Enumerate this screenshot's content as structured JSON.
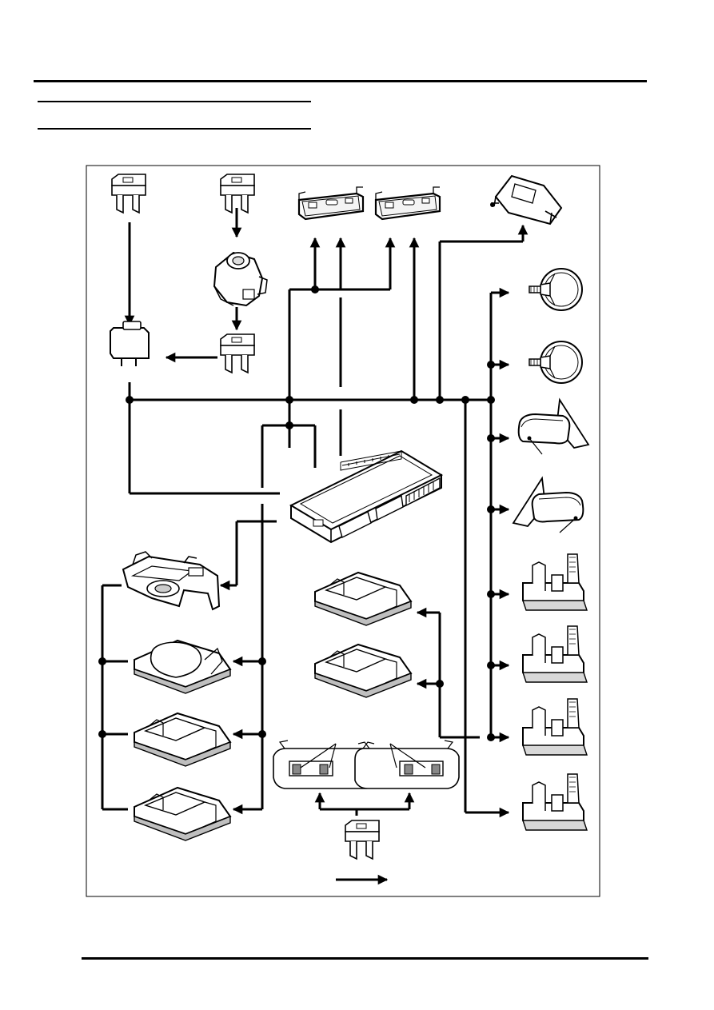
{
  "page": {
    "header_text": "",
    "footer_text": ""
  },
  "diagram": {
    "kind": "wiring-block-diagram",
    "components": [
      {
        "name": "fuse-left-top",
        "icon": "fuse-icon"
      },
      {
        "name": "fuse-ignition-feed",
        "icon": "fuse-icon"
      },
      {
        "name": "ignition-switch",
        "icon": "ignition-switch-icon"
      },
      {
        "name": "fuse-after-ignition",
        "icon": "fuse-icon"
      },
      {
        "name": "relay",
        "icon": "relay-icon"
      },
      {
        "name": "interior-lamp-1",
        "icon": "interior-lamp-icon"
      },
      {
        "name": "interior-lamp-2",
        "icon": "interior-lamp-icon"
      },
      {
        "name": "map-lamp",
        "icon": "map-lamp-icon"
      },
      {
        "name": "puddle-lamp-1",
        "icon": "puddle-lamp-icon"
      },
      {
        "name": "puddle-lamp-2",
        "icon": "puddle-lamp-icon"
      },
      {
        "name": "mirror-right",
        "icon": "door-mirror-icon"
      },
      {
        "name": "mirror-left",
        "icon": "door-mirror-icon"
      },
      {
        "name": "control-module",
        "icon": "control-module-icon"
      },
      {
        "name": "tailgate-latch",
        "icon": "latch-icon"
      },
      {
        "name": "courtesy-lamp-1",
        "icon": "courtesy-lamp-icon"
      },
      {
        "name": "courtesy-lamp-2",
        "icon": "courtesy-lamp-icon"
      },
      {
        "name": "courtesy-lamp-3",
        "icon": "courtesy-lamp-icon"
      },
      {
        "name": "courtesy-lamp-4",
        "icon": "courtesy-lamp-icon"
      },
      {
        "name": "courtesy-lamp-5",
        "icon": "courtesy-lamp-icon"
      },
      {
        "name": "vanity-mirror-left",
        "icon": "vanity-mirror-icon"
      },
      {
        "name": "vanity-mirror-right",
        "icon": "vanity-mirror-icon"
      },
      {
        "name": "fuse-vanity",
        "icon": "fuse-icon"
      },
      {
        "name": "step-lamp-1",
        "icon": "step-lamp-icon"
      },
      {
        "name": "step-lamp-2",
        "icon": "step-lamp-icon"
      },
      {
        "name": "step-lamp-3",
        "icon": "step-lamp-icon"
      },
      {
        "name": "step-lamp-4",
        "icon": "step-lamp-icon"
      }
    ],
    "line_color": "#000000",
    "background": "#ffffff"
  }
}
